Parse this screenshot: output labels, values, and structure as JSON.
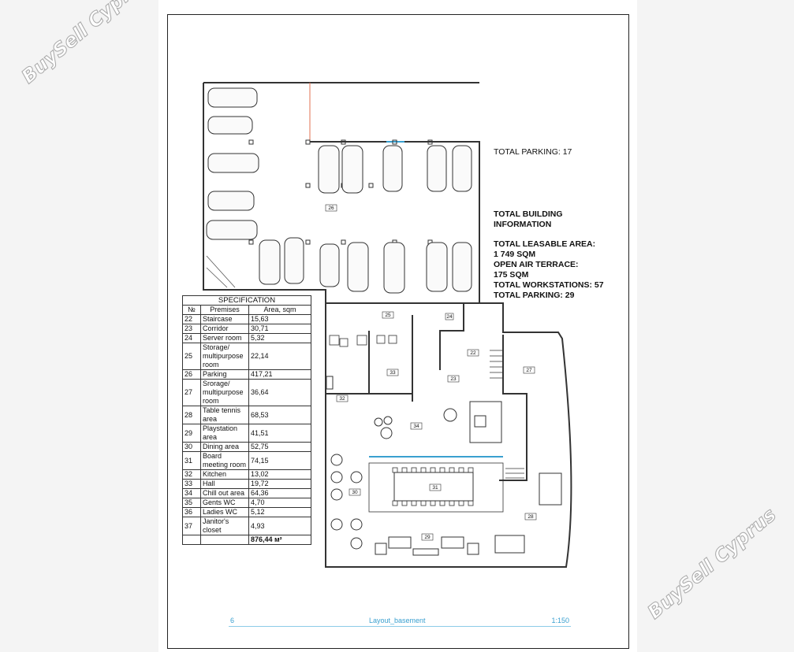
{
  "watermark": "BuySell Cyprus",
  "info": {
    "total_parking_top": "TOTAL PARKING: 17",
    "building_info_line1": "TOTAL BUILDING",
    "building_info_line2": "INFORMATION",
    "leasable_label": "TOTAL LEASABLE AREA:",
    "leasable_value": "1 749 SQM",
    "terrace_label": "OPEN AIR TERRACE:",
    "terrace_value": "175 SQM",
    "workstations": "TOTAL WORKSTATIONS: 57",
    "total_parking": "TOTAL PARKING: 29"
  },
  "spec": {
    "title": "SPECIFICATION",
    "headers": [
      "№",
      "Premises",
      "Area, sqm"
    ],
    "rows": [
      {
        "no": "22",
        "name": "Staircase",
        "area": "15,63"
      },
      {
        "no": "23",
        "name": "Corridor",
        "area": "30,71"
      },
      {
        "no": "24",
        "name": "Server room",
        "area": "5,32"
      },
      {
        "no": "25",
        "name": "Storage/ multipurpose room",
        "area": "22,14"
      },
      {
        "no": "26",
        "name": "Parking",
        "area": "417,21"
      },
      {
        "no": "27",
        "name": "Srorage/ multipurpose room",
        "area": "36,64"
      },
      {
        "no": "28",
        "name": "Table tennis area",
        "area": "68,53"
      },
      {
        "no": "29",
        "name": "Playstation area",
        "area": "41,51"
      },
      {
        "no": "30",
        "name": "Dining area",
        "area": "52,75"
      },
      {
        "no": "31",
        "name": "Board meeting room",
        "area": "74,15"
      },
      {
        "no": "32",
        "name": "Kitchen",
        "area": "13,02"
      },
      {
        "no": "33",
        "name": "Hall",
        "area": "19,72"
      },
      {
        "no": "34",
        "name": "Chill out area",
        "area": "64,36"
      },
      {
        "no": "35",
        "name": "Gents WC",
        "area": "4,70"
      },
      {
        "no": "36",
        "name": "Ladies WC",
        "area": "5,12"
      },
      {
        "no": "37",
        "name": "Janitor's closet",
        "area": "4,93"
      }
    ],
    "total": "876,44 м²"
  },
  "room_labels": [
    "26",
    "25",
    "24",
    "22",
    "23",
    "33",
    "32",
    "27",
    "34",
    "30",
    "31",
    "28",
    "29"
  ],
  "footer": {
    "page": "6",
    "title": "Layout_basement",
    "scale": "1:150"
  }
}
